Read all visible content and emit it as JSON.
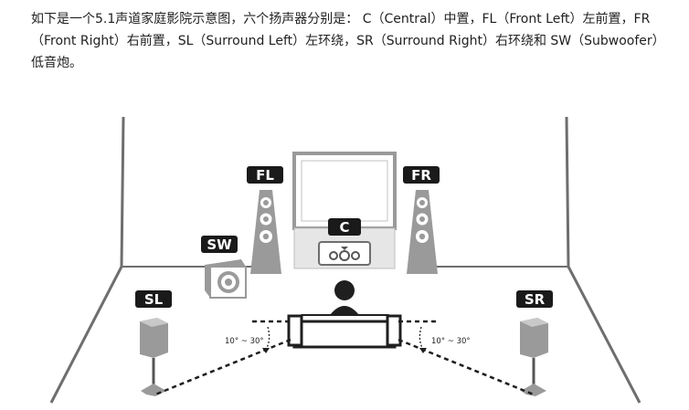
{
  "description_text": "如下是一个5.1声道家庭影院示意图，六个扬声器分别是： C（Central）中置，FL（Front Left）左前置，FR（Front Right）右前置，SL（Surround Left）左环绕，SR（Surround Right）右环绕和 SW（Subwoofer）低音炮。",
  "labels": {
    "fl": "FL",
    "fr": "FR",
    "c": "C",
    "sw": "SW",
    "sl": "SL",
    "sr": "SR"
  },
  "angles": {
    "left": "10° ~ 30°",
    "right": "10° ~ 30°"
  },
  "colors": {
    "label_bg": "#1a1a1a",
    "label_text": "#ffffff",
    "speaker_fill": "#9a9a9a",
    "line": "#555555"
  }
}
